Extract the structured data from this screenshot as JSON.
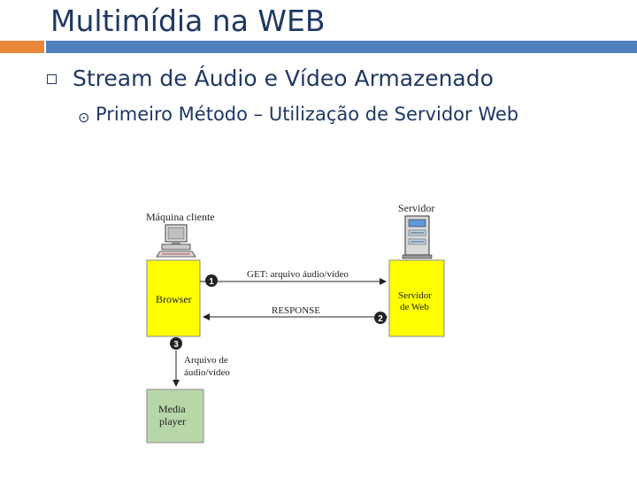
{
  "slide": {
    "title": "Multimídia na WEB",
    "bullet_level1": "Stream de Áudio e Vídeo Armazenado",
    "bullet_level2": "Primeiro Método – Utilização de Servidor Web"
  },
  "diagram": {
    "client_label": "Máquina cliente",
    "server_label": "Servidor",
    "browser_label": "Browser",
    "webserver_label_line1": "Servidor",
    "webserver_label_line2": "de Web",
    "request_label": "GET: arquivo áudio/vídeo",
    "response_label": "RESPONSE",
    "file_label_line1": "Arquivo de",
    "file_label_line2": "áudio/vídeo",
    "player_label_line1": "Media",
    "player_label_line2": "player",
    "step1": "1",
    "step2": "2",
    "step3": "3"
  },
  "colors": {
    "title": "#1f3864",
    "accent_orange": "#e8863a",
    "accent_blue": "#4f81bd",
    "browser_box": "#ffff00",
    "player_box": "#b7d7a8"
  }
}
